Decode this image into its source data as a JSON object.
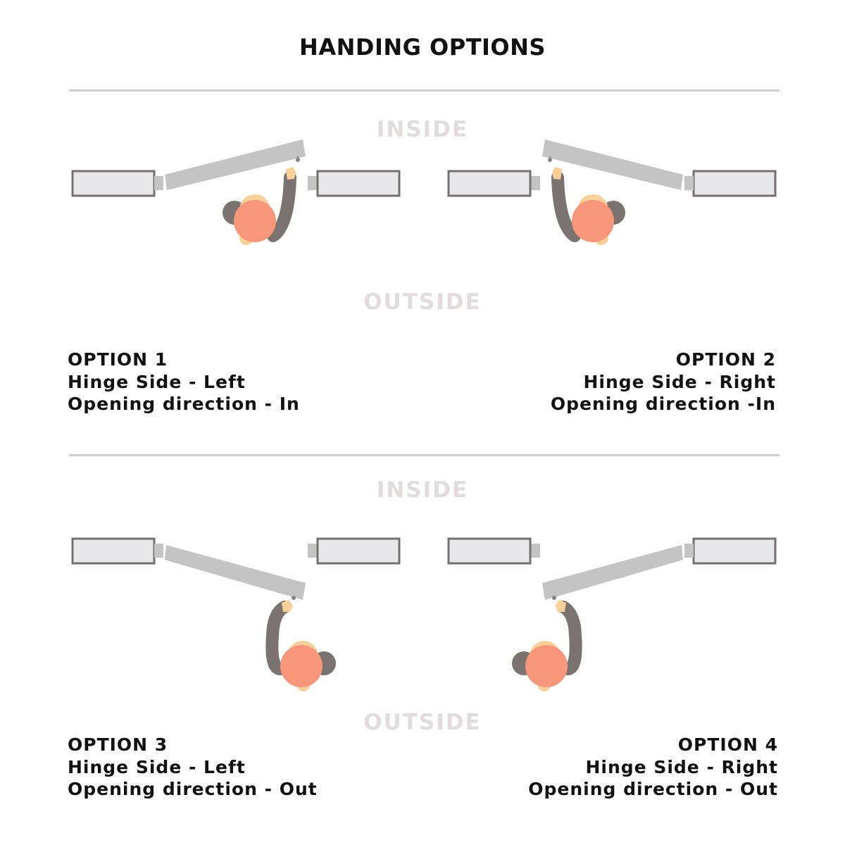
{
  "title": "HANDING OPTIONS",
  "labels": {
    "inside": "INSIDE",
    "outside": "OUTSIDE"
  },
  "options": [
    {
      "name": "OPTION 1",
      "hinge": "Hinge Side - Left",
      "direction": "Opening direction - In"
    },
    {
      "name": "OPTION 2",
      "hinge": "Hinge Side - Right",
      "direction": "Opening direction -In"
    },
    {
      "name": "OPTION 3",
      "hinge": "Hinge Side - Left",
      "direction": "Opening direction - Out"
    },
    {
      "name": "OPTION 4",
      "hinge": "Hinge Side - Right",
      "direction": "Opening direction - Out"
    }
  ],
  "colors": {
    "wall_fill": "#e8e8ea",
    "wall_stroke": "#757070",
    "door": "#c4c4c4",
    "skin": "#f7967a",
    "hair": "#f9cf9a",
    "sleeve": "#7a7370"
  }
}
